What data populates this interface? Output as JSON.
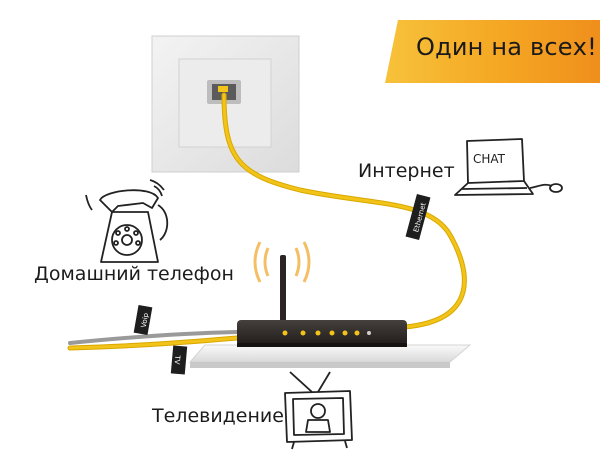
{
  "banner": {
    "text": "Один на всех!"
  },
  "labels": {
    "internet": "Интернет",
    "phone": "Домашний телефон",
    "tv": "Телевидение"
  },
  "laptop_screen_text": "CHAT",
  "cable_tags": {
    "ethernet": "Ethernet",
    "voip": "Voip",
    "tv": "TV"
  },
  "colors": {
    "banner": "#f5a623",
    "cable": "#f2c318",
    "router": "#2f2a27",
    "wifi": "#f3b54a"
  },
  "icons": [
    "wall-socket",
    "router",
    "wifi-signal",
    "laptop",
    "telephone",
    "tv-set"
  ]
}
